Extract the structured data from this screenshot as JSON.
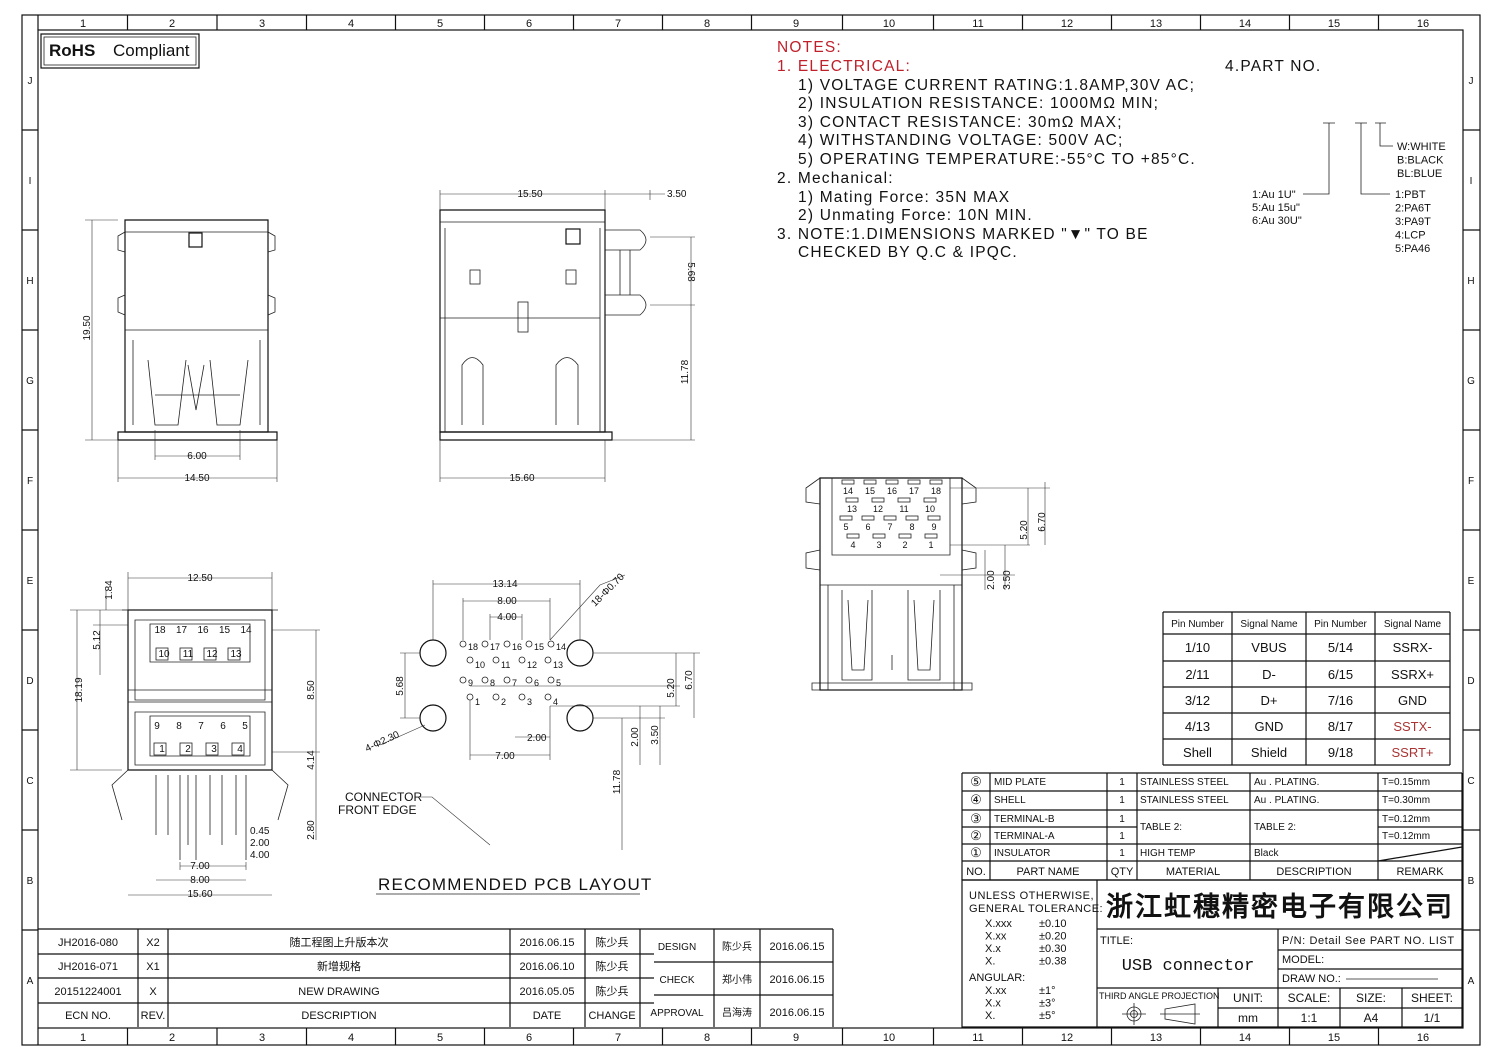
{
  "badge": "RoHS",
  "badge_text": "Compliant",
  "ruler": {
    "columns": [
      "1",
      "2",
      "3",
      "4",
      "5",
      "6",
      "7",
      "8",
      "9",
      "10",
      "11",
      "12",
      "13",
      "14",
      "15",
      "16"
    ],
    "rows": [
      "J",
      "I",
      "H",
      "G",
      "F",
      "E",
      "D",
      "C",
      "B",
      "A"
    ]
  },
  "notes": {
    "heading": "NOTES:",
    "n1": "1. ELECTRICAL:",
    "n1_1": "1) VOLTAGE CURRENT RATING:1.8AMP,30V AC;",
    "n1_2": "2) INSULATION RESISTANCE: 1000MΩ MIN;",
    "n1_3": "3) CONTACT RESISTANCE: 30mΩ MAX;",
    "n1_4": "4) WITHSTANDING VOLTAGE: 500V AC;",
    "n1_5": "5) OPERATING TEMPERATURE:-55°C TO +85°C.",
    "n2": "2. Mechanical:",
    "n2_1": "1) Mating Force:  35N MAX",
    "n2_2": "2) Unmating Force:  10N MIN.",
    "n3": "3. NOTE:1.DIMENSIONS MARKED \"▼\" TO BE",
    "n3b": "CHECKED BY Q.C & IPQC.",
    "part_no": "4.PART NO."
  },
  "part_no_options": {
    "plating": [
      "1:Au 1U\"",
      "5:Au 15u\"",
      "6:Au 30U\""
    ],
    "material": [
      "1:PBT",
      "2:PA6T",
      "3:PA9T",
      "4:LCP",
      "5:PA46"
    ],
    "color": [
      "W:WHITE",
      "B:BLACK",
      "BL:BLUE"
    ]
  },
  "dims": {
    "v1_h": "19.50",
    "v1_w1": "6.00",
    "v1_w2": "14.50",
    "v2_w1": "15.50",
    "v2_w2": "3.50",
    "v2_h1": "5.68",
    "v2_h2": "11.78",
    "v2_w3": "15.60",
    "v3_w": "12.50",
    "v3_h1": "1.84",
    "v3_h2": "5.12",
    "v3_h3": "18.19",
    "v3_h4": "8.50",
    "v3_h5": "4.14",
    "v3_h6": "2.80",
    "v3_p1": "0.45",
    "v3_p2": "2.00",
    "v3_p3": "4.00",
    "v3_p4": "7.00",
    "v3_p5": "8.00",
    "v3_p6": "15.60",
    "pcb_w1": "13.14",
    "pcb_w2": "8.00",
    "pcb_w3": "4.00",
    "pcb_hole": "18-Φ0.70",
    "pcb_h1": "5.68",
    "pcb_h2": "5.20",
    "pcb_h3": "6.70",
    "pcb_h4": "2.00",
    "pcb_h5": "3.50",
    "pcb_h6": "11.78",
    "pcb_w4": "2.00",
    "pcb_w5": "7.00",
    "pcb_big": "4-Φ2.30",
    "v5_h1": "5.20",
    "v5_h2": "6.70",
    "v5_h3": "2.00",
    "v5_h4": "3.50"
  },
  "pcb_labels": {
    "front_edge_1": "CONNECTOR",
    "front_edge_2": "FRONT EDGE",
    "title": "RECOMMENDED PCB LAYOUT"
  },
  "pins": {
    "stack_upper_top": [
      "18",
      "17",
      "16",
      "15",
      "14"
    ],
    "stack_upper_bottom": [
      "10",
      "11",
      "12",
      "13"
    ],
    "stack_lower_top": [
      "9",
      "8",
      "7",
      "6",
      "5"
    ],
    "stack_lower_bottom": [
      "1",
      "2",
      "3",
      "4"
    ],
    "pcb_row1": [
      "18",
      "17",
      "16",
      "15",
      "14"
    ],
    "pcb_row2": [
      "10",
      "11",
      "12",
      "13"
    ],
    "pcb_row3": [
      "9",
      "8",
      "7",
      "6",
      "5"
    ],
    "pcb_row4": [
      "1",
      "2",
      "3",
      "4"
    ],
    "rear_row1": [
      "14",
      "15",
      "16",
      "17",
      "18"
    ],
    "rear_row2": [
      "13",
      "12",
      "11",
      "10"
    ],
    "rear_row3": [
      "5",
      "6",
      "7",
      "8",
      "9"
    ],
    "rear_row4": [
      "4",
      "3",
      "2",
      "1"
    ]
  },
  "pin_table": {
    "headers": [
      "Pin Number",
      "Signal Name",
      "Pin Number",
      "Signal Name"
    ],
    "rows": [
      [
        "1/10",
        "VBUS",
        "5/14",
        "SSRX-"
      ],
      [
        "2/11",
        "D-",
        "6/15",
        "SSRX+"
      ],
      [
        "3/12",
        "D+",
        "7/16",
        "GND"
      ],
      [
        "4/13",
        "GND",
        "8/17",
        "SSTX-"
      ],
      [
        "Shell",
        "Shield",
        "9/18",
        "SSRT+"
      ]
    ]
  },
  "parts": {
    "headers": [
      "NO.",
      "PART NAME",
      "QTY",
      "MATERIAL",
      "DESCRIPTION",
      "REMARK"
    ],
    "rows": [
      {
        "no": "⑤",
        "name": "MID PLATE",
        "qty": "1",
        "material": "STAINLESS STEEL",
        "desc": "Au . PLATING.",
        "remark": "T=0.15mm"
      },
      {
        "no": "④",
        "name": "SHELL",
        "qty": "1",
        "material": "STAINLESS STEEL",
        "desc": "Au . PLATING.",
        "remark": "T=0.30mm"
      },
      {
        "no": "③",
        "name": "TERMINAL-B",
        "qty": "1",
        "material": "TABLE 2:",
        "desc": "TABLE 2:",
        "remark": "T=0.12mm"
      },
      {
        "no": "②",
        "name": "TERMINAL-A",
        "qty": "1",
        "material": "",
        "desc": "",
        "remark": "T=0.12mm"
      },
      {
        "no": "①",
        "name": "INSULATOR",
        "qty": "1",
        "material": "HIGH TEMP",
        "desc": "Black",
        "remark": ""
      }
    ]
  },
  "tolerance": {
    "l1": "UNLESS OTHERWISE,",
    "l2": "GENERAL TOLERANCE:",
    "linear": [
      [
        "X.xxx",
        "±0.10"
      ],
      [
        "X.xx",
        "±0.20"
      ],
      [
        "X.x",
        "±0.30"
      ],
      [
        "X.",
        "±0.38"
      ]
    ],
    "angular_label": "ANGULAR:",
    "angular": [
      [
        "X.xx",
        "±1°"
      ],
      [
        "X.x",
        "±3°"
      ],
      [
        "X.",
        "±5°"
      ]
    ]
  },
  "title_block": {
    "company": "浙江虹穗精密电子有限公司",
    "title_label": "TITLE:",
    "title": "USB connector",
    "pn": "P/N: Detail See PART NO. LIST",
    "model": "MODEL:",
    "draw_no": "DRAW NO.:",
    "projection": "THIRD ANGLE PROJECTION",
    "unit_label": "UNIT:",
    "unit": "mm",
    "scale_label": "SCALE:",
    "scale": "1:1",
    "size_label": "SIZE:",
    "size": "A4",
    "sheet_label": "SHEET:",
    "sheet": "1/1"
  },
  "revisions": {
    "headers": [
      "ECN NO.",
      "REV.",
      "DESCRIPTION",
      "DATE",
      "CHANGE"
    ],
    "rows": [
      [
        "JH2016-080",
        "X2",
        "随工程图上升版本次",
        "2016.06.15",
        "陈少兵"
      ],
      [
        "JH2016-071",
        "X1",
        "新增规格",
        "2016.06.10",
        "陈少兵"
      ],
      [
        "20151224001",
        "X",
        "NEW DRAWING",
        "2016.05.05",
        "陈少兵"
      ]
    ]
  },
  "approvals": [
    {
      "role": "DESIGN",
      "name": "陈少兵",
      "date": "2016.06.15"
    },
    {
      "role": "CHECK",
      "name": "郑小伟",
      "date": "2016.06.15"
    },
    {
      "role": "APPROVAL",
      "name": "吕海涛",
      "date": "2016.06.15"
    }
  ]
}
